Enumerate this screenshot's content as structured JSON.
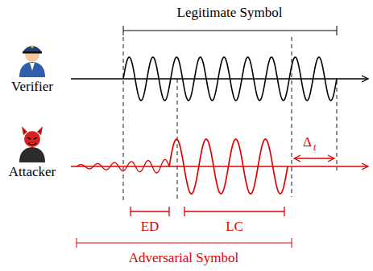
{
  "diagram": {
    "labels": [
      "Legitimate Symbol",
      "Verifier",
      "Attacker",
      "ED",
      "LC",
      "Δ",
      "t",
      "Adversarial Symbol"
    ]
  }
}
